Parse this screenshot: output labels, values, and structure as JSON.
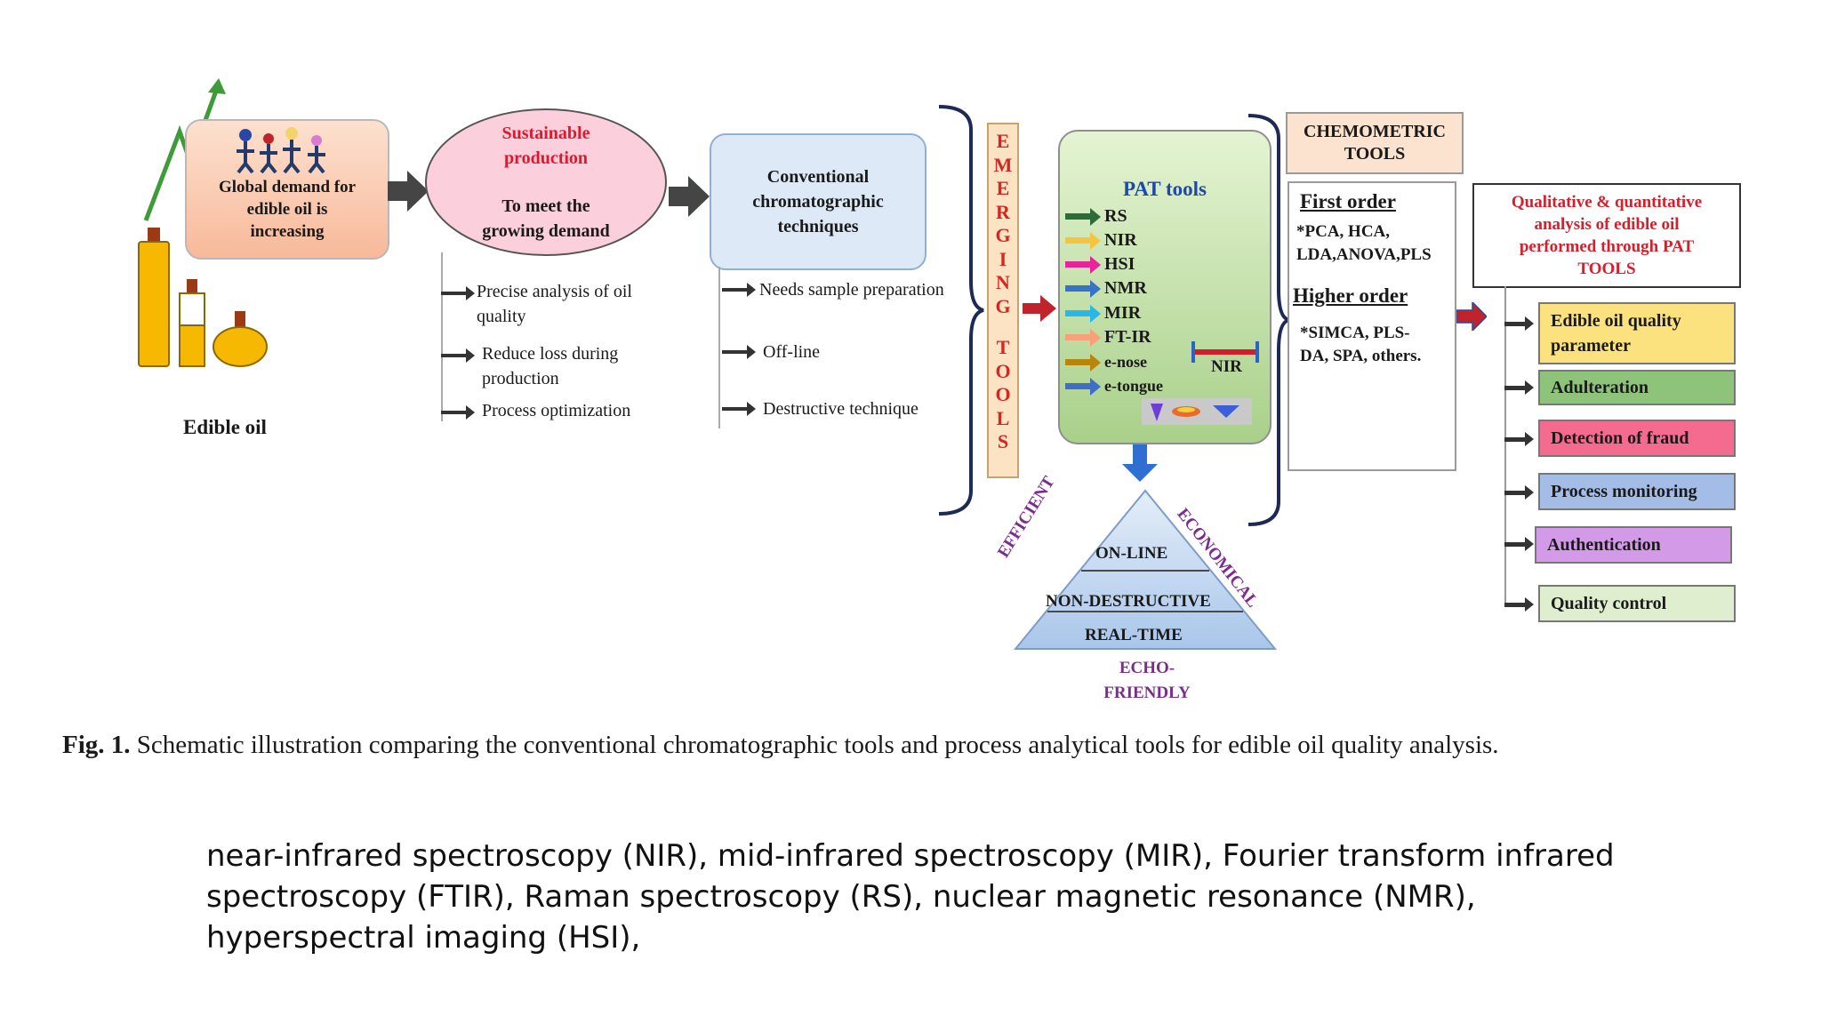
{
  "edible_oil": {
    "global_demand": [
      "Global demand for",
      "edible oil is",
      "increasing"
    ],
    "label": "Edible oil"
  },
  "sustainable": {
    "title": [
      "Sustainable",
      "production"
    ],
    "body": [
      "To meet the",
      "growing demand"
    ],
    "benefits": [
      [
        "Precise analysis  of oil",
        "quality"
      ],
      [
        "Reduce loss during",
        "production"
      ],
      [
        "Process optimization"
      ]
    ]
  },
  "conventional": {
    "title": [
      "Conventional",
      "chromatographic",
      "techniques"
    ],
    "drawbacks": [
      "Needs sample preparation",
      "Off-line",
      "Destructive  technique"
    ]
  },
  "emerging": {
    "letters": [
      "E",
      "M",
      "E",
      "R",
      "G",
      "I",
      "N",
      "G",
      "",
      "T",
      "O",
      "O",
      "L",
      "S"
    ]
  },
  "pat": {
    "title": "PAT tools",
    "tools": [
      {
        "label": "RS",
        "color": "#2f6b3a"
      },
      {
        "label": "NIR",
        "color": "#f4c542"
      },
      {
        "label": "HSI",
        "color": "#e8249a"
      },
      {
        "label": "NMR",
        "color": "#3973c6"
      },
      {
        "label": "MIR",
        "color": "#2ab6e6"
      },
      {
        "label": "FT-IR",
        "color": "#f7a07a"
      },
      {
        "label": "e-nose",
        "color": "#b8860b"
      },
      {
        "label": "e-tongue",
        "color": "#3f6fc4"
      }
    ],
    "device_label": "NIR"
  },
  "triangle": {
    "levels": [
      "ON-LINE",
      "NON-DESTRUCTIVE",
      "REAL-TIME"
    ],
    "left": "EFFICIENT",
    "right": "ECONOMICAL",
    "bottom": [
      "ECHO-",
      "FRIENDLY"
    ]
  },
  "chemometric": {
    "title": [
      "CHEMOMETRIC",
      "TOOLS"
    ],
    "first_order_title": "First order",
    "first_order": [
      "*PCA, HCA,",
      "LDA,ANOVA,PLS"
    ],
    "higher_order_title": "Higher order",
    "higher_order": [
      "*SIMCA, PLS-",
      "DA, SPA, others."
    ]
  },
  "qualitative": {
    "title": [
      "Qualitative & quantitative",
      "analysis of edible oil",
      "performed  through PAT",
      "TOOLS"
    ],
    "applications": [
      {
        "label": [
          "Edible  oil quality",
          "parameter"
        ],
        "color": "#fbe27f"
      },
      {
        "label": [
          "Adulteration"
        ],
        "color": "#8dc47a"
      },
      {
        "label": [
          "Detection of fraud"
        ],
        "color": "#f56a8f"
      },
      {
        "label": [
          "Process monitoring"
        ],
        "color": "#a4bde6"
      },
      {
        "label": [
          "Authentication"
        ],
        "color": "#d39ae8"
      },
      {
        "label": [
          "Quality  control"
        ],
        "color": "#dfeecf"
      }
    ]
  },
  "caption": {
    "label": "Fig. 1.",
    "text": "Schematic illustration comparing the conventional chromatographic tools and process analytical tools for edible oil quality analysis."
  },
  "note": "near-infrared spectroscopy (NIR), mid-infrared spectroscopy (MIR), Fourier transform infrared spectroscopy (FTIR), Raman spectroscopy (RS), nuclear magnetic resonance (NMR), hyperspectral imaging (HSI),"
}
